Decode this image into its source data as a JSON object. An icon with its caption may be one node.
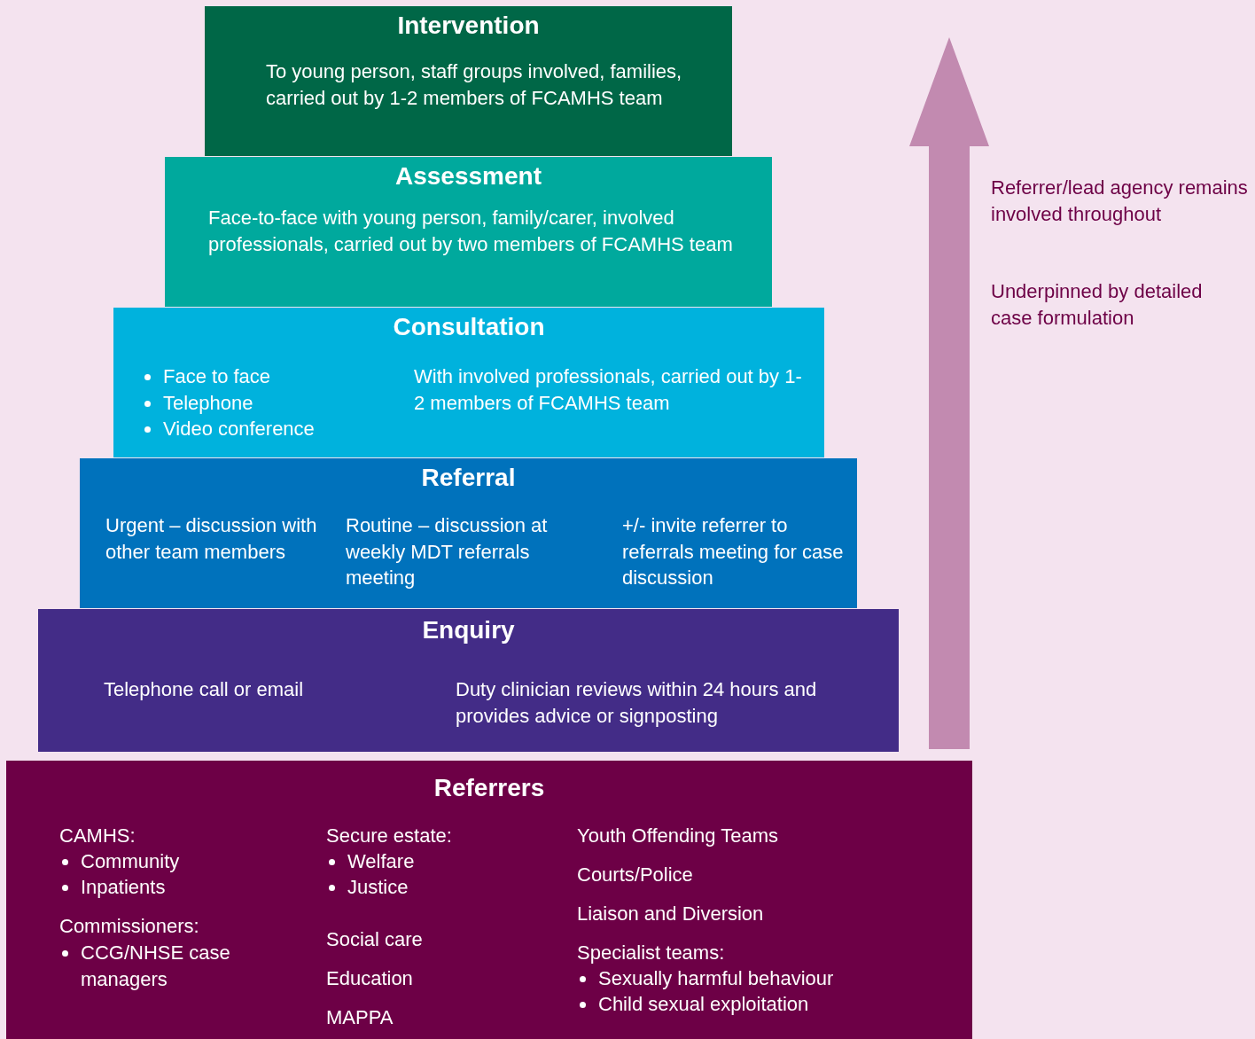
{
  "diagram": {
    "nodes": [
      {
        "text": [
          "Intervention",
          "To young person, staff groups involved, families, carried out by 1-2 members of FCAMHS team"
        ]
      },
      {
        "text": [
          "Assessment",
          "Face-to-face with young person, family/carer, involved professionals, carried out by two members of FCAMHS team"
        ]
      },
      {
        "text": [
          "Consultation",
          "Face to face",
          "Telephone",
          "Video conference",
          "With involved professionals, carried out by 1-2 members of FCAMHS team"
        ]
      },
      {
        "text": [
          "Referral",
          "Urgent – discussion with other team members",
          "Routine – discussion at weekly MDT referrals meeting",
          "+/- invite referrer to referrals meeting for case discussion"
        ]
      },
      {
        "text": [
          "Enquiry",
          "Telephone call or email",
          "Duty clinician reviews within 24 hours and provides advice or signposting"
        ]
      },
      {
        "text": [
          "Referrers",
          "CAMHS:",
          "Community",
          "Inpatients",
          "Commissioners:",
          "CCG/NHSE case managers",
          "Secure estate:",
          "Welfare",
          "Justice",
          "Social care",
          "Education",
          "MAPPA",
          "Youth Offending Teams",
          "Courts/Police",
          "Liaison and Diversion",
          "Specialist teams:",
          "Sexually harmful behaviour",
          "Child sexual exploitation"
        ]
      }
    ],
    "labels": [
      "Referrer/lead agency remains involved throughout",
      "Underpinned by detailed case formulation"
    ]
  }
}
